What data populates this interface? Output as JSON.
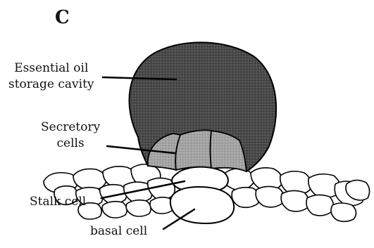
{
  "panel_letter": "C",
  "labels": {
    "essential_oil": [
      "Essential oil",
      "storage cavity"
    ],
    "secretory": [
      "Secretory",
      "cells"
    ],
    "stalk": "Stalk cell",
    "basal": "basal cell"
  },
  "colors": {
    "cavity_fill": "#4a4a4a",
    "secretory_fill": "#a3a3a3",
    "line": "#000000",
    "background": "#ffffff"
  }
}
